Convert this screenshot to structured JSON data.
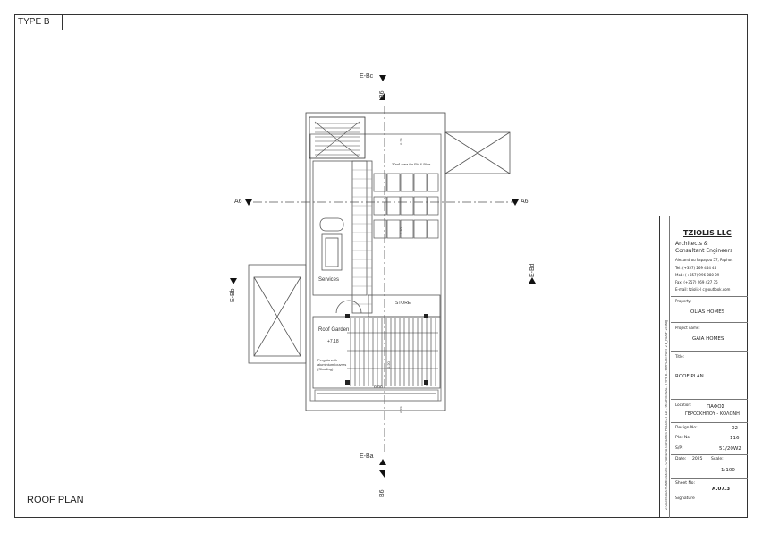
{
  "sheet": {
    "type_tag": "TYPE B",
    "plan_title": "ROOF PLAN"
  },
  "section_marks": {
    "top_tag": "E-Bc",
    "top_b6": "B6",
    "bottom_tag": "E-Ba",
    "bottom_b6": "B6",
    "left_a6": "A6",
    "right_a6": "A6",
    "left_tag": "E-Bb",
    "right_tag": "E-Bd"
  },
  "plan_labels": {
    "services": "Services",
    "store": "STORE",
    "roof_garden": "Roof Garden",
    "level": "+7.18",
    "pv_area": "30m² area for PV & Blue",
    "pergola_note": "Pergola with aluminium louvres (Shading)",
    "dims": {
      "d1": "6.66",
      "d2": "0.25",
      "d3": "0.20",
      "d4": "3.10",
      "d5": "0.75"
    }
  },
  "title_block": {
    "company": "TZIOLIS LLC",
    "company_sub1": "Architects &",
    "company_sub2": "Consultant Engineers",
    "address": "Alexandrou Papagou 57, Paphos",
    "tel": "Tel:    (+357) 269 444 45",
    "mob": "Mob:  (+357) 996 080 09",
    "fax": "Fax:   (+357) 269 427 35",
    "email": "E-mail:  tziolis-l c@outlook.com",
    "property_label": "Property:",
    "property": "OLIAS HOMES",
    "project_label": "Project name:",
    "project": "GAIA HOMES",
    "title_label": "Title:",
    "title": "ROOF PLAN",
    "location_label": "Location:",
    "location1": "ΠΑΦΟΣ",
    "location2": "ΓΕΡΟΣΚΗΠΟΥ - ΚΟΛΟΝΗ",
    "design_label": "Design No:",
    "design": "02",
    "plot_label": "Plot No:",
    "plot": "116",
    "sp_label": "S/P:",
    "sp": "51/20W2",
    "date_label": "Date:",
    "date": "2025",
    "scale_label": "Scale:",
    "scale": "1:100",
    "sheet_label": "Sheet No:",
    "sheet": "A.07.3",
    "signature_label": "Signature",
    "side_strip": "Z:\\2025\\GAIA HOMES\\OLIAS - CHANDRA GARDENS PROJECT 116 - 96 ORIGINAL - TYPE B - sitePLAN PART 2 B_ROOF 24.dwg"
  }
}
